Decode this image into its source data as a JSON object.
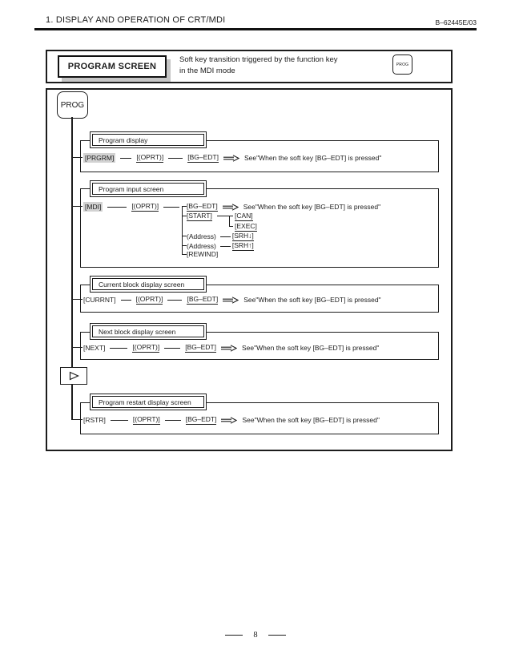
{
  "header": {
    "title": "1. DISPLAY AND OPERATION OF CRT/MDI",
    "doc_code": "B–62445E/03"
  },
  "banner": {
    "screen_label": "PROGRAM SCREEN",
    "description_line1": "Soft key transition triggered by the function key",
    "description_line2": "in the MDI mode",
    "function_key_label": "PROG"
  },
  "diagram": {
    "root_key_label": "PROG",
    "see_note": "See\"When the soft key [BG–EDT] is pressed\"",
    "sections": [
      {
        "label": "Program display",
        "entry_key": "[PRGRM]",
        "oprt_key": "[(OPRT)]",
        "bg_edt_key": "[BG–EDT]"
      },
      {
        "label": "Program input screen",
        "entry_key": "[MDI]",
        "oprt_key": "[(OPRT)]",
        "bg_edt_key": "[BG–EDT]",
        "start_key": "[START]",
        "can_key": "[CAN]",
        "exec_key": "[EXEC]",
        "address_label": "(Address)",
        "srh_down_key": "[SRH↓]",
        "srh_up_key": "[SRH↑]",
        "rewind_key": "[REWIND]"
      },
      {
        "label": "Current block display screen",
        "entry_key": "[CURRNT]",
        "oprt_key": "[(OPRT)]",
        "bg_edt_key": "[BG–EDT]"
      },
      {
        "label": "Next block display screen",
        "entry_key": "[NEXT]",
        "oprt_key": "[(OPRT)]",
        "bg_edt_key": "[BG–EDT]"
      },
      {
        "label": "Program restart display screen",
        "entry_key": "[RSTR]",
        "oprt_key": "[(OPRT)]",
        "bg_edt_key": "[BG–EDT]"
      }
    ]
  },
  "footer": {
    "page_number": "8"
  }
}
